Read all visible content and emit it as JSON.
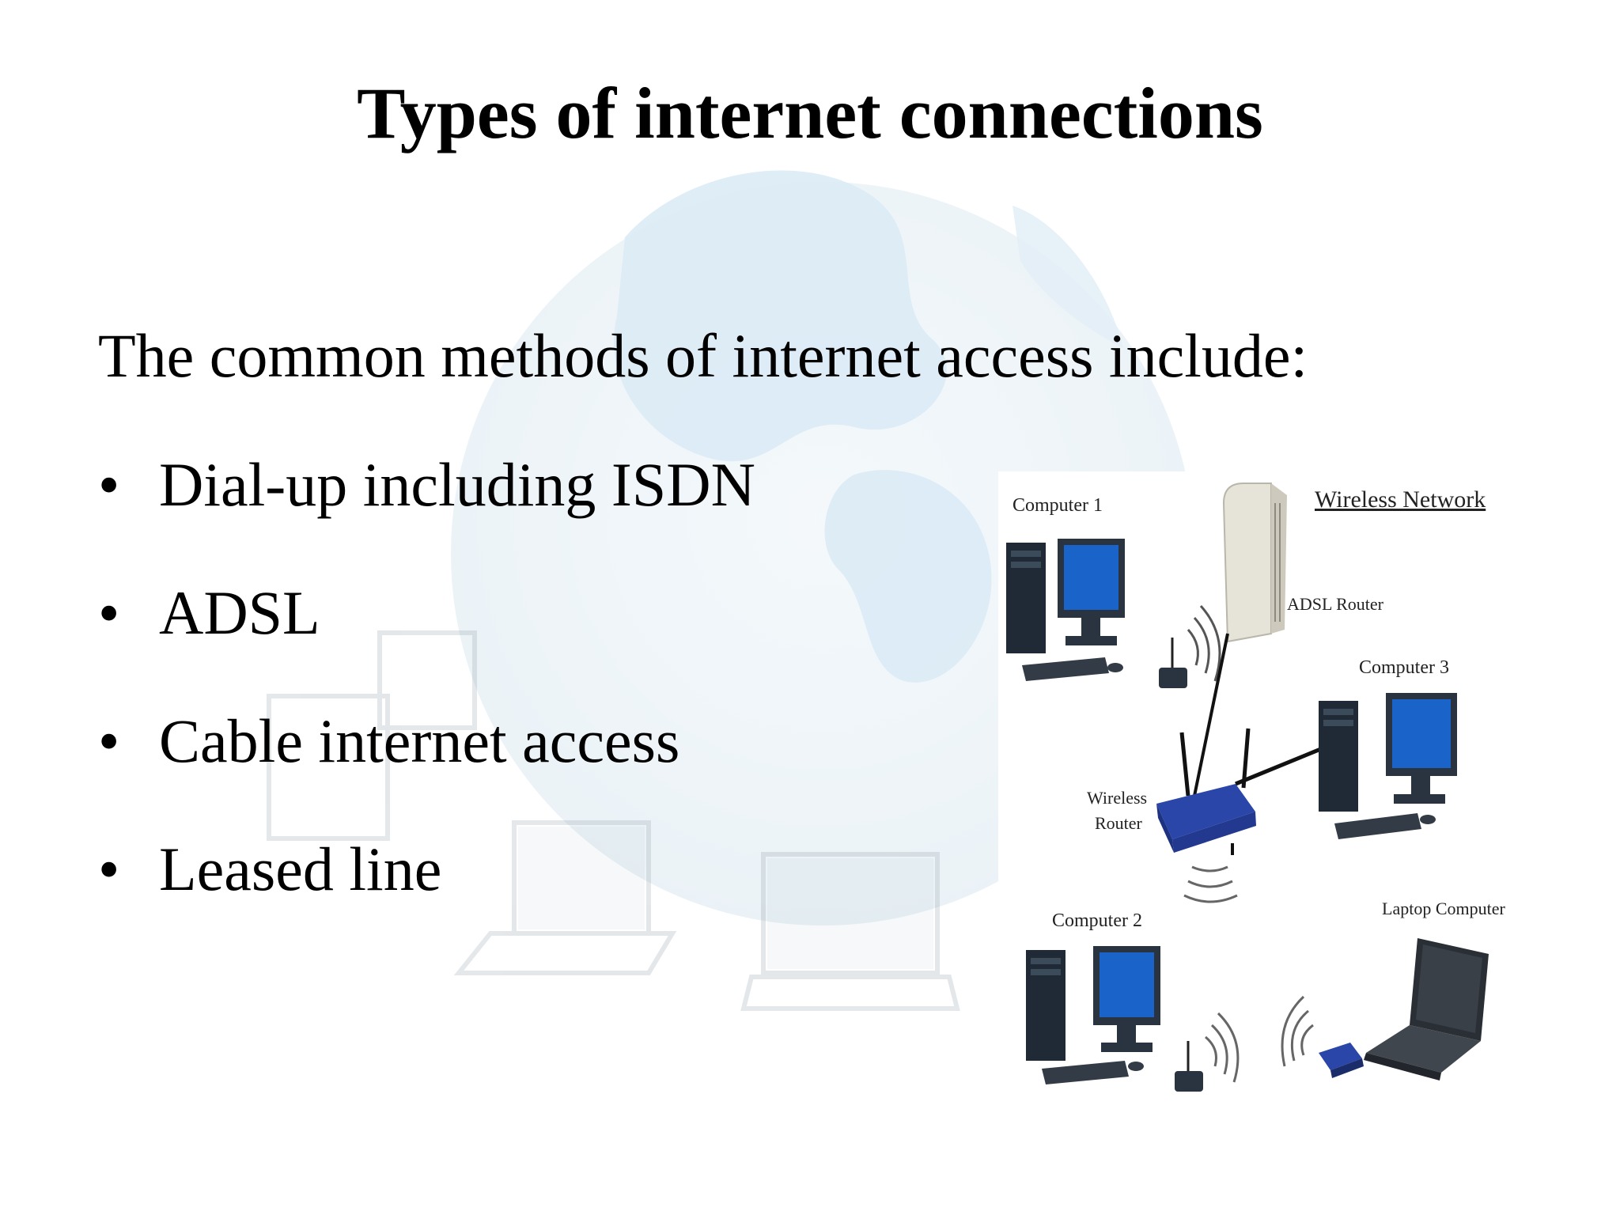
{
  "slide": {
    "title": "Types of internet connections",
    "intro": "The common methods of internet access include:",
    "bullet_symbol": "•",
    "bullets": [
      "Dial-up including ISDN",
      "ADSL",
      "Cable internet access",
      "Leased line"
    ]
  },
  "diagram": {
    "heading": "Wireless Network",
    "computer_1": "Computer 1",
    "computer_2": "Computer 2",
    "computer_3": "Computer 3",
    "adsl_router": "ADSL Router",
    "wireless_router_line1": "Wireless",
    "wireless_router_line2": "Router",
    "laptop": "Laptop Computer"
  },
  "colors": {
    "text": "#000000",
    "globe_watermark": "#d6e8f2",
    "monitor_screen": "#1a63c9",
    "router_blue": "#2946a8"
  }
}
